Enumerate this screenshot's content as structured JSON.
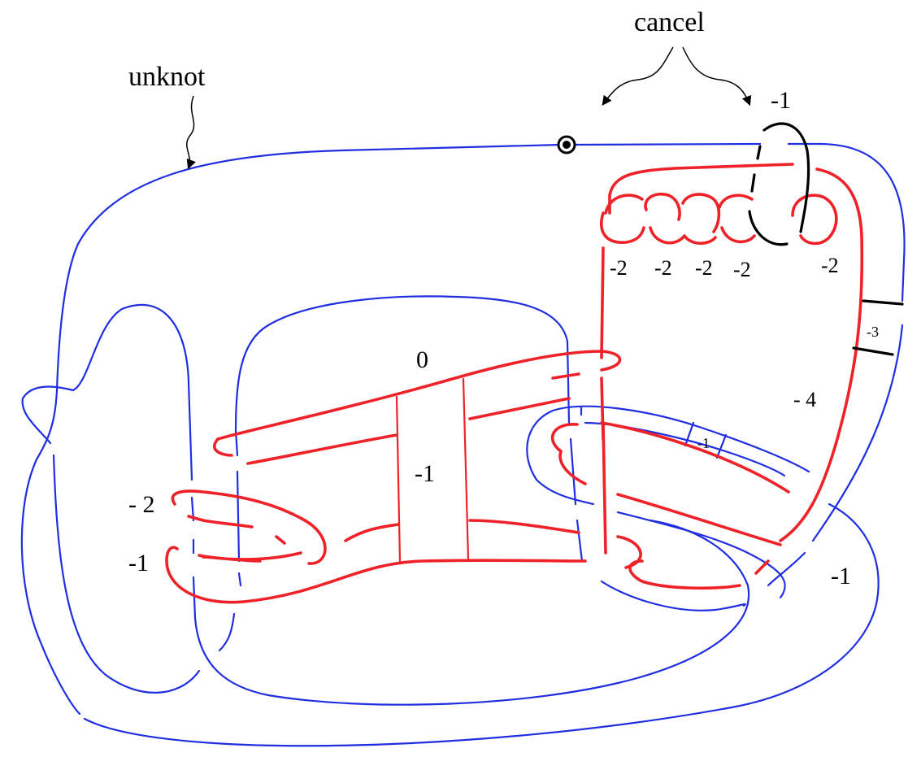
{
  "colors": {
    "blue": "#1f2ee0",
    "red": "#ee2228",
    "black": "#000000"
  },
  "annotations": {
    "top": "cancel",
    "left": "unknot"
  },
  "framings": {
    "black_meridian": "-1",
    "chain_1": "-2",
    "chain_2": "-2",
    "chain_3": "-2",
    "chain_4": "-2",
    "chain_5": "-2",
    "right_band_box": "-3",
    "right_red_arc": "- 4",
    "red_top_band": "0",
    "red_middle_band": "-1",
    "left_upper": "- 2",
    "left_lower": "-1",
    "blue_small_box": "-1",
    "bottom_right": "-1"
  }
}
